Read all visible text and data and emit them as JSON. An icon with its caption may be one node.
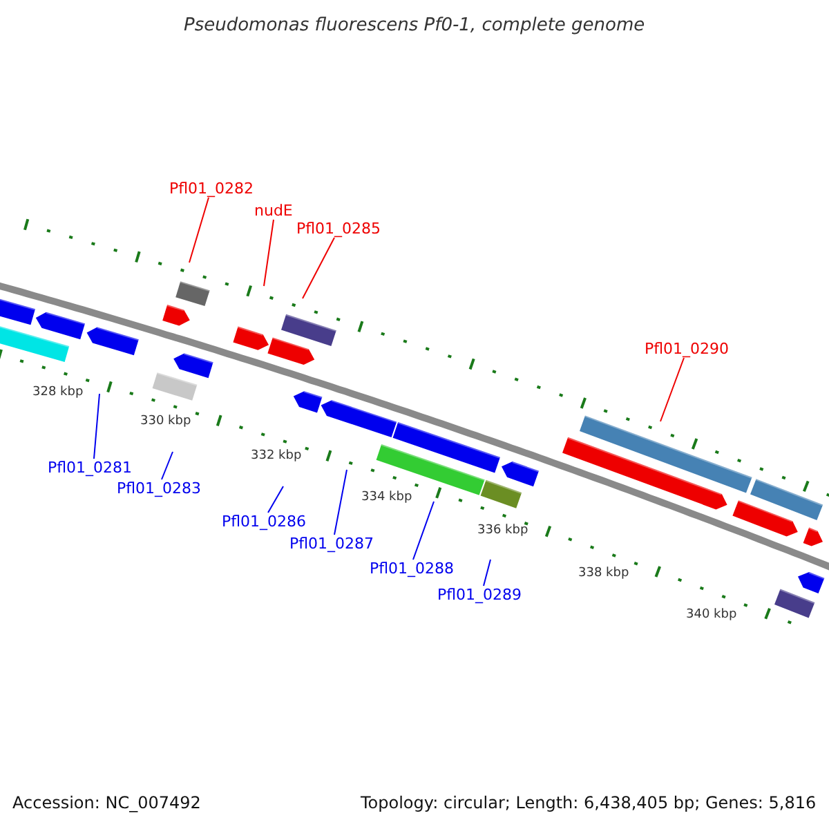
{
  "diagram": {
    "title": "Pseudomonas fluorescens Pf0-1, complete genome",
    "nodes": [
      {
        "text": [
          "Pfl01_0282"
        ]
      },
      {
        "text": [
          "nudE"
        ]
      },
      {
        "text": [
          "Pfl01_0285"
        ]
      },
      {
        "text": [
          "Pfl01_0290"
        ]
      },
      {
        "text": [
          "Pfl01_0281"
        ]
      },
      {
        "text": [
          "Pfl01_0283"
        ]
      },
      {
        "text": [
          "Pfl01_0286"
        ]
      },
      {
        "text": [
          "Pfl01_0287"
        ]
      },
      {
        "text": [
          "Pfl01_0288"
        ]
      },
      {
        "text": [
          "Pfl01_0289"
        ]
      }
    ],
    "edges": [
      {
        "from": 0,
        "to": null,
        "arrow": "none",
        "color": "#ee0000"
      },
      {
        "from": 1,
        "to": null,
        "arrow": "none",
        "color": "#ee0000"
      },
      {
        "from": 2,
        "to": null,
        "arrow": "none",
        "color": "#ee0000"
      },
      {
        "from": 3,
        "to": null,
        "arrow": "none",
        "color": "#ee0000"
      },
      {
        "from": 4,
        "to": null,
        "arrow": "none"
      },
      {
        "from": 5,
        "to": null,
        "arrow": "none"
      },
      {
        "from": 6,
        "to": null,
        "arrow": "none"
      },
      {
        "from": 7,
        "to": null,
        "arrow": "none"
      },
      {
        "from": 8,
        "to": null,
        "arrow": "none"
      },
      {
        "from": 9,
        "to": null,
        "arrow": "none"
      }
    ],
    "labels": [
      "328 kbp",
      "330 kbp",
      "332 kbp",
      "334 kbp",
      "336 kbp",
      "338 kbp",
      "340 kbp",
      "Accession: NC_007492",
      "Topology: circular; Length: 6,438,405 bp; Genes: 5,816"
    ]
  }
}
